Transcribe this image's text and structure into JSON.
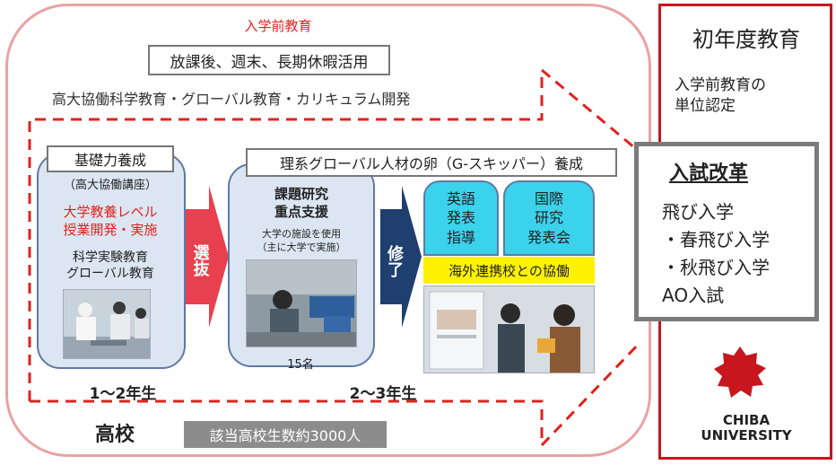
{
  "pre_admission": {
    "title": "入学前教育",
    "after_school": "放課後、週末、長期休暇活用",
    "collab_line": "高大協働科学教育・グローバル教育・カリキュラム開発"
  },
  "basic": {
    "title": "基礎力養成",
    "subtitle": "（高大協働講座）",
    "red_line1": "大学教養レベル",
    "red_line2": "授業開発・実施",
    "line1": "科学実験教育",
    "line2": "グローバル教育"
  },
  "select_label": "選抜",
  "research": {
    "title_line1": "課題研究",
    "title_line2": "重点支援",
    "note_line1": "大学の施設を使用",
    "note_line2": "（主に大学で実施）",
    "count": "15名"
  },
  "complete_label": "修了",
  "global_program": "理系グローバル人材の卵（G-スキッパー）養成",
  "english": {
    "line1": "英語",
    "line2": "発表",
    "line3": "指導"
  },
  "intl": {
    "line1": "国際",
    "line2": "研究",
    "line3": "発表会"
  },
  "overseas": "海外連携校との協働",
  "years": {
    "first": "1～2年生",
    "second": "2～3年生"
  },
  "high_school": "高校",
  "students": "該当高校生数約3000人",
  "university": {
    "first_year": "初年度教育",
    "credit_line1": "入学前教育の",
    "credit_line2": "単位認定",
    "reform_title": "入試改革",
    "items": [
      "飛び入学",
      "・春飛び入学",
      "・秋飛び入学",
      "AO入試"
    ],
    "logo_line1": "CHIBA",
    "logo_line2": "UNIVERSITY"
  },
  "colors": {
    "red": "#e0221e",
    "panel_blue": "#dce6f2",
    "arrow_red": "#e8404e",
    "arrow_navy": "#1f3f70",
    "cyan": "#3bd2ec",
    "yellow": "#fff200"
  }
}
